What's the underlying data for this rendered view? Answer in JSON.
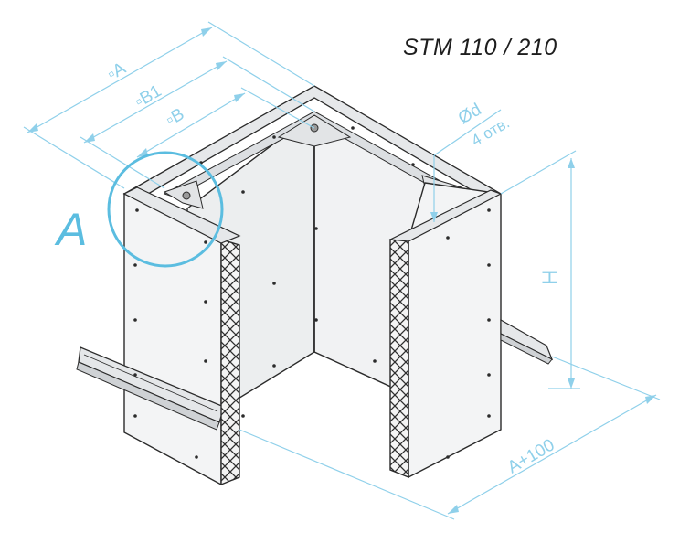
{
  "title": "STM 110 / 210",
  "detail_callout": "A",
  "dimensions": {
    "a": "▫A",
    "b1": "▫B1",
    "b": "▫B",
    "d": "Ød",
    "holes": "4 отв.",
    "h": "H",
    "a100": "A+100"
  },
  "colors": {
    "dimension_line": "#8fd0ea",
    "callout": "#5bbde0",
    "panel": "#f1f2f3",
    "outline": "#2b2b2b"
  }
}
